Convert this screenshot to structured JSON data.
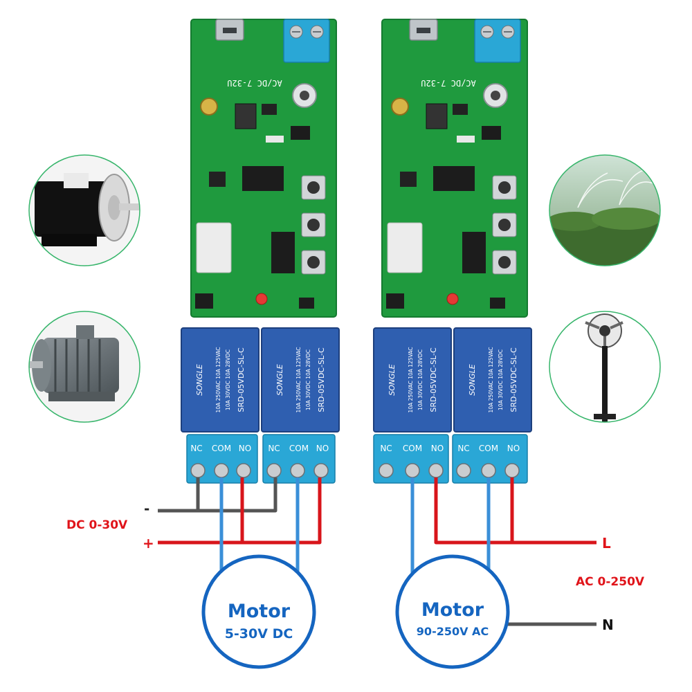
{
  "labels": {
    "dc_range": "DC 0-30V",
    "dc_minus": "-",
    "dc_plus": "+",
    "ac_range": "AC 0-250V",
    "ac_live": "L",
    "ac_neutral": "N"
  },
  "boards": [
    {
      "input_label": "AC/DC 7-32U",
      "relays": [
        {
          "brand": "SONGLE",
          "model": "SRD-05VDC-SL-C",
          "rating_1": "10A 250VAC 10A 125VAC",
          "rating_2": "10A 30VDC 10A 28VDC"
        },
        {
          "brand": "SONGLE",
          "model": "SRD-05VDC-SL-C",
          "rating_1": "10A 250VAC 10A 125VAC",
          "rating_2": "10A 30VDC 10A 28VDC"
        }
      ],
      "terminals": [
        "NC",
        "COM",
        "NO",
        "NC",
        "COM",
        "NO"
      ]
    },
    {
      "input_label": "AC/DC 7-32U",
      "relays": [
        {
          "brand": "SONGLE",
          "model": "SRD-05VDC-SL-C",
          "rating_1": "10A 250VAC 10A 125VAC",
          "rating_2": "10A 30VDC 10A 28VDC"
        },
        {
          "brand": "SONGLE",
          "model": "SRD-05VDC-SL-C",
          "rating_1": "10A 250VAC 10A 125VAC",
          "rating_2": "10A 30VDC 10A 28VDC"
        }
      ],
      "terminals": [
        "NC",
        "COM",
        "NO",
        "NC",
        "COM",
        "NO"
      ]
    }
  ],
  "motors": [
    {
      "title": "Motor",
      "spec": "5-30V DC"
    },
    {
      "title": "Motor",
      "spec": "90-250V AC"
    }
  ],
  "thumbnails": [
    {
      "subject": "dc-motor"
    },
    {
      "subject": "ac-motor"
    },
    {
      "subject": "sprinkler"
    },
    {
      "subject": "fan"
    }
  ],
  "colors": {
    "pcb_green": "#1f9a3e",
    "relay_blue": "#2f5fb0",
    "terminal_blue": "#2aa7d6",
    "wire_red": "#d8151b",
    "wire_blue": "#3a8fd8",
    "wire_gray": "#555555",
    "motor_text": "#1565c0",
    "label_red": "#e0141a"
  }
}
